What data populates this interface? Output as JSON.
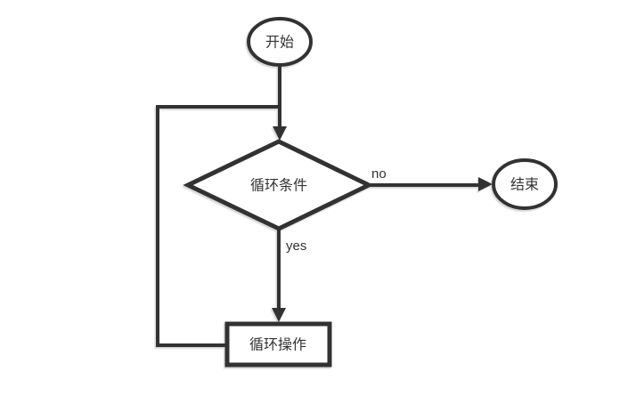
{
  "diagram": {
    "type": "flowchart",
    "background_color": "#ffffff",
    "stroke_color": "#333333",
    "text_color": "#333333",
    "shadow_color": "#d9d9d9",
    "nodes": {
      "start": {
        "shape": "ellipse",
        "label": "开始"
      },
      "condition": {
        "shape": "diamond",
        "label": "循环条件"
      },
      "end": {
        "shape": "ellipse",
        "label": "结束"
      },
      "operation": {
        "shape": "rectangle",
        "label": "循环操作"
      }
    },
    "edges": {
      "start_to_condition": {
        "from": "start",
        "to": "condition",
        "label": ""
      },
      "condition_to_end": {
        "from": "condition",
        "to": "end",
        "label": "no"
      },
      "condition_to_operation": {
        "from": "condition",
        "to": "operation",
        "label": "yes"
      },
      "operation_loop_back": {
        "from": "operation",
        "to": "start_to_condition",
        "label": ""
      }
    }
  }
}
